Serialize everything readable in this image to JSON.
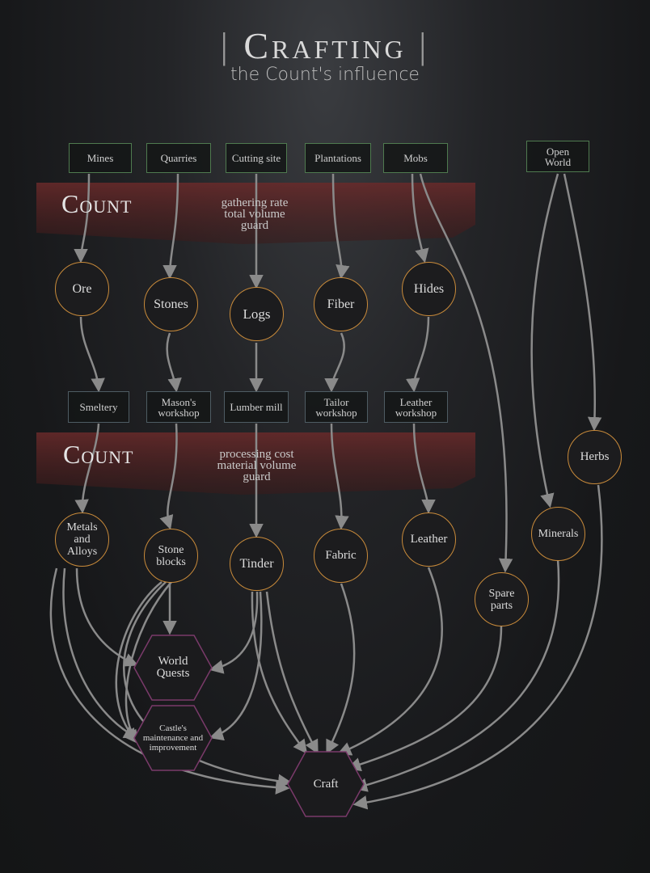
{
  "title": "Crafting",
  "subtitle": "the Count's influence",
  "title_bar_left": "|",
  "title_bar_right": "|",
  "colors": {
    "source_border": "#4f7a4f",
    "process_border": "#4e5c63",
    "resource_border": "#c88a3a",
    "hex_border": "#7a3a6a",
    "banner": "#5a2626",
    "arrow": "#8a8a8a"
  },
  "sources": {
    "mines": "Mines",
    "quarries": "Quarries",
    "cutting_site": "Cutting site",
    "plantations": "Plantations",
    "mobs": "Mobs",
    "open_world": "Open World"
  },
  "banner1": {
    "count": "Count",
    "line1": "gathering rate",
    "line2": "total volume",
    "line3": "guard"
  },
  "raw": {
    "ore": "Ore",
    "stones": "Stones",
    "logs": "Logs",
    "fiber": "Fiber",
    "hides": "Hides"
  },
  "workshops": {
    "smeltery": "Smeltery",
    "masons": "Mason's workshop",
    "lumber": "Lumber mill",
    "tailor": "Tailor workshop",
    "leather": "Leather workshop"
  },
  "banner2": {
    "count": "Count",
    "line1": "processing cost",
    "line2": "material volume",
    "line3": "guard"
  },
  "products": {
    "metals": "Metals and Alloys",
    "stone_blocks": "Stone blocks",
    "tinder": "Tinder",
    "fabric": "Fabric",
    "leather": "Leather",
    "spare_parts": "Spare parts",
    "minerals": "Minerals",
    "herbs": "Herbs"
  },
  "hexes": {
    "world_quests": "World Quests",
    "castle": "Castle's maintenance and improvement",
    "craft": "Craft"
  }
}
